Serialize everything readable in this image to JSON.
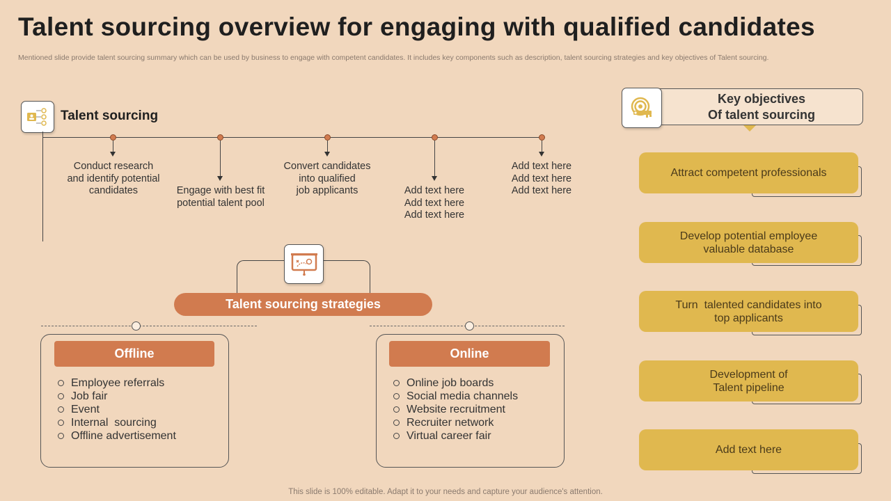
{
  "title": "Talent sourcing overview for engaging with qualified candidates",
  "subtitle": "Mentioned slide provide talent sourcing summary which can be used by business to engage with competent candidates. It includes key components such as description, talent sourcing strategies and key objectives of Talent sourcing.",
  "talent_sourcing": {
    "label": "Talent sourcing",
    "icon": "checklist-icon",
    "steps": [
      {
        "lines": [
          "Conduct research",
          "and identify potential",
          "candidates"
        ]
      },
      {
        "lines": [
          "Engage with best fit",
          "potential talent pool"
        ]
      },
      {
        "lines": [
          "Convert candidates",
          "into qualified",
          "job applicants"
        ]
      },
      {
        "lines": [
          "Add text here",
          "Add text here",
          "Add text here"
        ]
      },
      {
        "lines": [
          "Add text here",
          "Add text here",
          "Add text here"
        ]
      }
    ]
  },
  "strategies": {
    "label": "Talent sourcing strategies",
    "icon": "strategy-board-icon",
    "offline": {
      "title": "Offline",
      "items": [
        "Employee referrals",
        "Job fair",
        "Event",
        "Internal  sourcing",
        "Offline advertisement"
      ]
    },
    "online": {
      "title": "Online",
      "items": [
        "Online job boards",
        "Social media channels",
        "Website recruitment",
        "Recruiter network",
        "Virtual career fair"
      ]
    }
  },
  "key_objectives": {
    "title_line1": "Key objectives",
    "title_line2": "Of talent sourcing",
    "icon": "target-key-icon",
    "items": [
      {
        "lines": [
          "Attract competent professionals"
        ]
      },
      {
        "lines": [
          "Develop potential employee",
          "valuable database"
        ]
      },
      {
        "lines": [
          "Turn  talented candidates into",
          "top applicants"
        ]
      },
      {
        "lines": [
          "Development of",
          "Talent pipeline"
        ]
      },
      {
        "lines": [
          "Add text here"
        ]
      }
    ]
  },
  "footer": "This slide is 100% editable. Adapt it to your needs and capture your audience's attention.",
  "colors": {
    "background": "#f1d7bd",
    "accent_orange": "#d17b4f",
    "accent_gold": "#e0b84f"
  }
}
